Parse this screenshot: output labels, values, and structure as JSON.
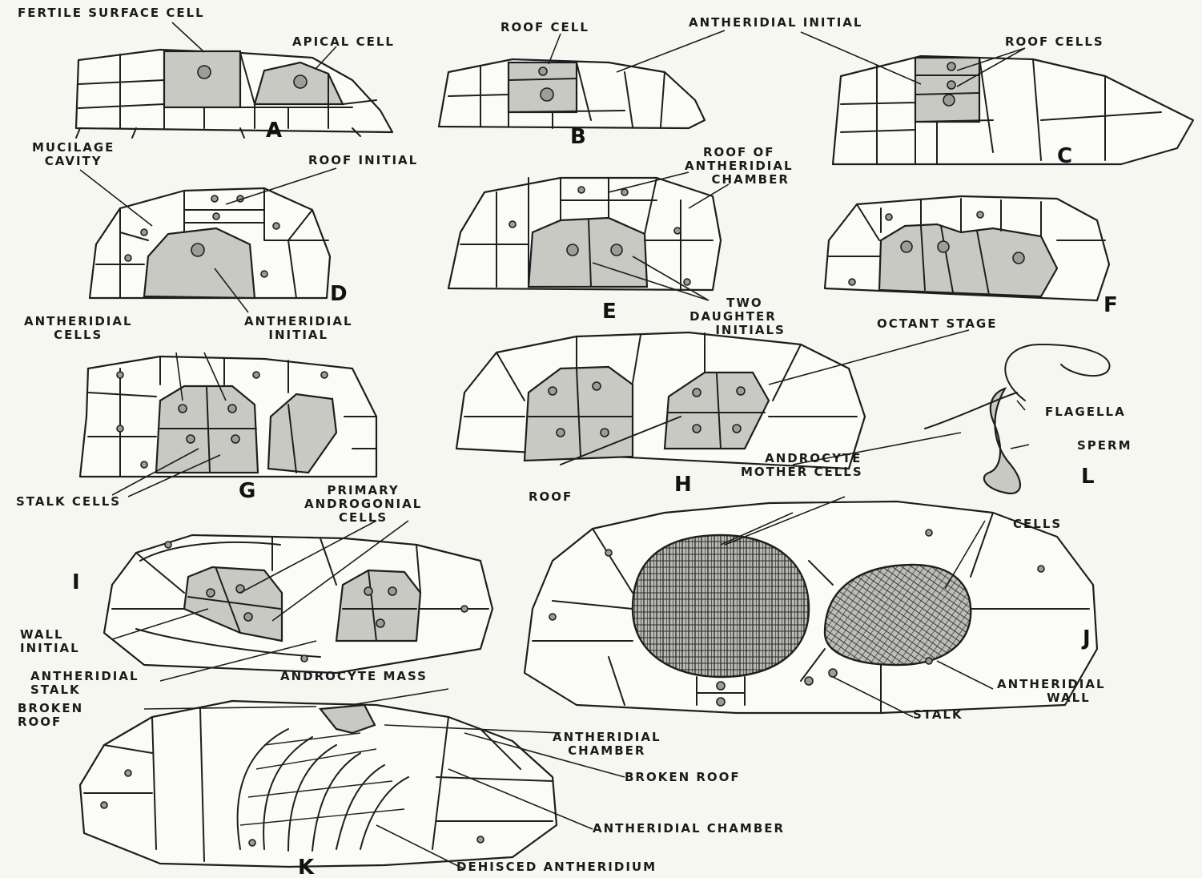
{
  "labels": {
    "fertile_surface_cell": "FERTILE SURFACE CELL",
    "apical_cell": "APICAL CELL",
    "roof_cell": "ROOF CELL",
    "antheridial_initial_top": "ANTHERIDIAL INITIAL",
    "roof_cells": "ROOF CELLS",
    "mucilage_1": "MUCILAGE",
    "mucilage_2": "CAVITY",
    "roof_initial": "ROOF INITIAL",
    "roof_of_1": "ROOF OF",
    "roof_of_2": "ANTHERIDIAL",
    "roof_of_3": "CHAMBER",
    "antheridial_cells_1": "ANTHERIDIAL",
    "antheridial_cells_2": "CELLS",
    "antheridial_initial_d_1": "ANTHERIDIAL",
    "antheridial_initial_d_2": "INITIAL",
    "two_daughter_1": "TWO",
    "two_daughter_2": "DAUGHTER",
    "two_daughter_3": "INITIALS",
    "octant_stage": "OCTANT STAGE",
    "flagella": "FLAGELLA",
    "sperm": "SPERM",
    "stalk_cells": "STALK CELLS",
    "androcyte_mother_1": "ANDROCYTE",
    "androcyte_mother_2": "MOTHER CELLS",
    "primary_1": "PRIMARY",
    "primary_2": "ANDROGONIAL",
    "primary_3": "CELLS",
    "roof_j": "ROOF",
    "cells_j": "CELLS",
    "wall_initial_1": "WALL",
    "wall_initial_2": "INITIAL",
    "antheridial_stalk_1": "ANTHERIDIAL",
    "antheridial_stalk_2": "STALK",
    "androcyte_mass": "ANDROCYTE MASS",
    "antheridial_wall_1": "ANTHERIDIAL",
    "antheridial_wall_2": "WALL",
    "stalk_j": "STALK",
    "broken_roof_left_1": "BROKEN",
    "broken_roof_left_2": "ROOF",
    "antheridial_chamber_k1_1": "ANTHERIDIAL",
    "antheridial_chamber_k1_2": "CHAMBER",
    "broken_roof_right": "BROKEN ROOF",
    "antheridial_chamber_k2": "ANTHERIDIAL CHAMBER",
    "dehisced_antheridium": "DEHISCED ANTHERIDIUM"
  },
  "figures": {
    "a": "A",
    "b": "B",
    "c": "C",
    "d": "D",
    "e": "E",
    "f": "F",
    "g": "G",
    "h": "H",
    "i": "I",
    "j": "J",
    "k": "K",
    "l": "L"
  }
}
